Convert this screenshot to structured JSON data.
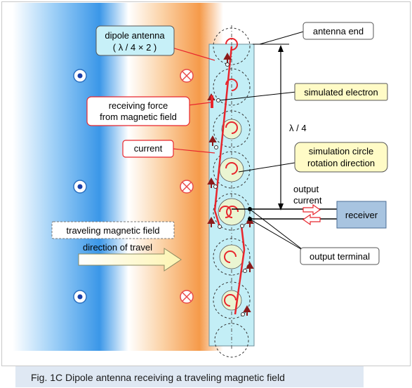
{
  "labels": {
    "dipole_line1": "dipole antenna",
    "dipole_line2": "( λ / 4 × 2 )",
    "antenna_end": "antenna end",
    "simulated_electron": "simulated electron",
    "receiving_force_line1": "receiving force",
    "receiving_force_line2": "from magnetic field",
    "lambda_quarter": "λ /  4",
    "current": "current",
    "simulation_line1": "simulation circle",
    "simulation_line2": "rotation direction",
    "output_current_line1": "output",
    "output_current_line2": "current",
    "receiver": "receiver",
    "traveling_field": "traveling magnetic field",
    "direction_of_travel": "direction of travel",
    "output_terminal": "output terminal"
  },
  "caption": "Fig. 1C    Dipole antenna receiving a traveling magnetic field",
  "colors": {
    "blue_band": "#3a9ae8",
    "orange_band": "#f5a35a",
    "antenna_fill": "#c3eef6",
    "current_line": "#e8262d",
    "callout_fill": "#c7f0f8",
    "red_callout_border": "#e8262d",
    "yellow_callout": "#fffbc6",
    "receiver_fill": "#a8c4e0",
    "caption_bg": "#dfe8f3"
  },
  "icons": {
    "out_of_page": "dot-in-circle-icon",
    "into_page": "x-in-circle-icon"
  }
}
